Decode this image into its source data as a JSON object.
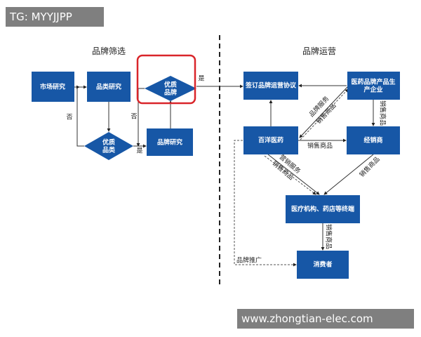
{
  "watermark_top": "TG: MYYJJPP",
  "watermark_bottom": "www.zhongtian-elec.com",
  "left": {
    "title": "品牌筛选",
    "market": "市场研究",
    "category": "品类研究",
    "quality_category": [
      "优质",
      "品类"
    ],
    "brand_research": "品牌研究",
    "quality_brand": [
      "优质",
      "品牌"
    ],
    "no1": "否",
    "no2": "否",
    "yes1": "是",
    "yes2": "是"
  },
  "right": {
    "title": "品牌运营",
    "sign": "签订品牌运营协议",
    "maker": [
      "医药品牌产品生",
      "产企业"
    ],
    "baiyang": "百洋医药",
    "dealer": "经销商",
    "terminal": "医疗机构、药店等终端",
    "consumer": "消费者",
    "l_brand_service": "品牌服务",
    "l_sell": "销售商品",
    "l_sell2": "销售商品",
    "l_sell3": "销售商品",
    "l_sell4": "销售商品",
    "l_sell5": "销售商品",
    "l_marketing": "营销服务",
    "l_sell6": "销售商品",
    "l_promo": "品牌推广"
  },
  "colors": {
    "box": "#1757a6",
    "highlight": "#d9252a"
  }
}
